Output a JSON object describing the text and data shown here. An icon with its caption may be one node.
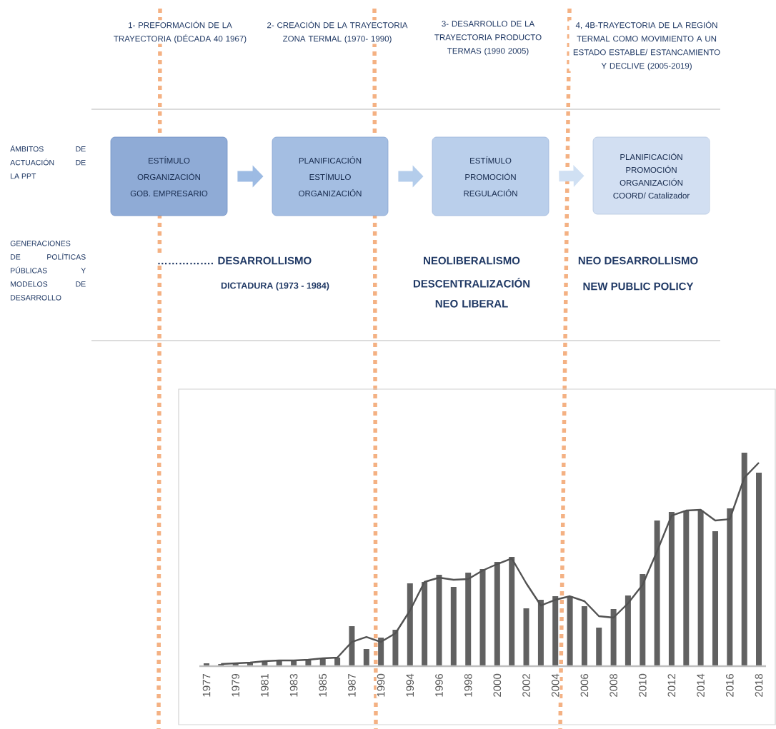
{
  "diagram": {
    "nodes": [
      {
        "text": [
          "ESTÍMULO",
          "ORGANIZACIÓN",
          "GOB. EMPRESARIO"
        ]
      },
      {
        "text": [
          "PLANIFICACIÓN",
          "ESTÍMULO",
          "ORGANIZACIÓN"
        ]
      },
      {
        "text": [
          "ESTÍMULO",
          "PROMOCIÓN",
          "REGULACIÓN"
        ]
      },
      {
        "text": [
          "PLANIFICACIÓN",
          "PROMOCIÓN",
          "ORGANIZACIÓN",
          "COORD/ Catalizador"
        ]
      }
    ],
    "edges": [
      {
        "from": 0,
        "to": 1,
        "arrow": "to"
      },
      {
        "from": 1,
        "to": 2,
        "arrow": "to"
      },
      {
        "from": 2,
        "to": 3,
        "arrow": "to"
      }
    ],
    "labels": [
      "1- PREFORMACIÓN DE LA TRAYECTORIA (DÉCADA 40 1967)",
      "2- CREACIÓN DE LA TRAYECTORIA ZONA TERMAL (1970- 1990)",
      "3- DESARROLLO DE LA TRAYECTORIA PRODUCTO TERMAS (1990 2005)",
      "4, 4B-TRAYECTORIA DE LA REGIÓN TERMAL COMO MOVIMIENTO A UN ESTADO ESTABLE/ ESTANCAMIENTO Y DECLIVE (2005-2019)",
      "ÁMBITOS DE ACTUACIÓN DE LA PPT",
      "GENERACIONES DE POLÍTICAS PÚBLICAS Y MODELOS DE DESARROLLO",
      "……………. DESARROLLISMO",
      "DICTADURA (1973 - 1984)",
      "NEOLIBERALISMO",
      "NEO DESARROLLISMO",
      "DESCENTRALIZACIÓN NEO LIBERAL",
      "NEW PUBLIC POLICY",
      "1977",
      "1979",
      "1981",
      "1983",
      "1985",
      "1987",
      "1990",
      "1994",
      "1996",
      "1998",
      "2000",
      "2002",
      "2004",
      "2006",
      "2008",
      "2010",
      "2012",
      "2014",
      "2016",
      "2018"
    ]
  }
}
